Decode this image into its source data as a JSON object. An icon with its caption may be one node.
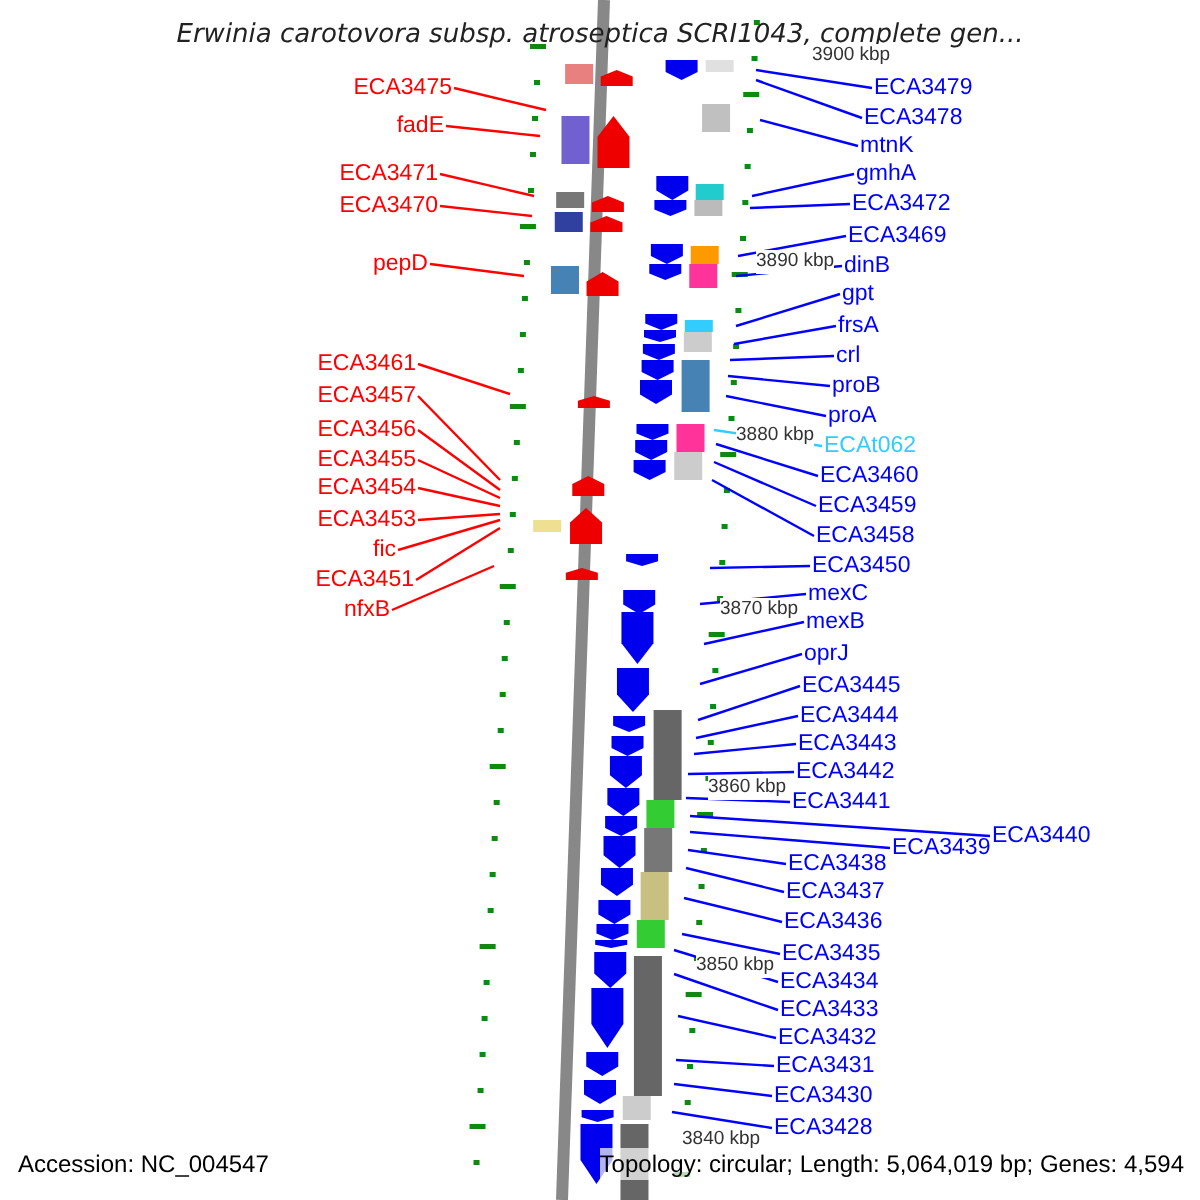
{
  "diagram": {
    "title": "Erwinia carotovora subsp. atroseptica SCRI1043, complete gen...",
    "nodes": [
      {
        "text": [
          "ECA3475"
        ]
      },
      {
        "text": [
          "fadE"
        ]
      },
      {
        "text": [
          "ECA3471"
        ]
      },
      {
        "text": [
          "ECA3470"
        ]
      },
      {
        "text": [
          "pepD"
        ]
      },
      {
        "text": [
          "ECA3461"
        ]
      },
      {
        "text": [
          "ECA3457"
        ]
      },
      {
        "text": [
          "ECA3456"
        ]
      },
      {
        "text": [
          "ECA3455"
        ]
      },
      {
        "text": [
          "ECA3454"
        ]
      },
      {
        "text": [
          "ECA3453"
        ]
      },
      {
        "text": [
          "fic"
        ]
      },
      {
        "text": [
          "ECA3451"
        ]
      },
      {
        "text": [
          "nfxB"
        ]
      },
      {
        "text": [
          "ECA3479"
        ]
      },
      {
        "text": [
          "ECA3478"
        ]
      },
      {
        "text": [
          "mtnK"
        ]
      },
      {
        "text": [
          "gmhA"
        ]
      },
      {
        "text": [
          "ECA3472"
        ]
      },
      {
        "text": [
          "ECA3469"
        ]
      },
      {
        "text": [
          "dinB"
        ]
      },
      {
        "text": [
          "gpt"
        ]
      },
      {
        "text": [
          "frsA"
        ]
      },
      {
        "text": [
          "crl"
        ]
      },
      {
        "text": [
          "proB"
        ]
      },
      {
        "text": [
          "proA"
        ]
      },
      {
        "text": [
          "ECAt062"
        ]
      },
      {
        "text": [
          "ECA3460"
        ]
      },
      {
        "text": [
          "ECA3459"
        ]
      },
      {
        "text": [
          "ECA3458"
        ]
      },
      {
        "text": [
          "ECA3450"
        ]
      },
      {
        "text": [
          "mexC"
        ]
      },
      {
        "text": [
          "mexB"
        ]
      },
      {
        "text": [
          "oprJ"
        ]
      },
      {
        "text": [
          "ECA3445"
        ]
      },
      {
        "text": [
          "ECA3444"
        ]
      },
      {
        "text": [
          "ECA3443"
        ]
      },
      {
        "text": [
          "ECA3442"
        ]
      },
      {
        "text": [
          "ECA3441"
        ]
      },
      {
        "text": [
          "ECA3439"
        ]
      },
      {
        "text": [
          "ECA3440"
        ]
      },
      {
        "text": [
          "ECA3438"
        ]
      },
      {
        "text": [
          "ECA3437"
        ]
      },
      {
        "text": [
          "ECA3436"
        ]
      },
      {
        "text": [
          "ECA3435"
        ]
      },
      {
        "text": [
          "ECA3434"
        ]
      },
      {
        "text": [
          "ECA3433"
        ]
      },
      {
        "text": [
          "ECA3432"
        ]
      },
      {
        "text": [
          "ECA3431"
        ]
      },
      {
        "text": [
          "ECA3430"
        ]
      },
      {
        "text": [
          "ECA3428"
        ]
      }
    ],
    "edges": [
      {
        "from": 0,
        "to": null,
        "arrow": "none",
        "color": "#ff0000"
      },
      {
        "from": 1,
        "to": null,
        "arrow": "none",
        "color": "#ff0000"
      },
      {
        "from": 2,
        "to": null,
        "arrow": "none",
        "color": "#ff0000"
      },
      {
        "from": 3,
        "to": null,
        "arrow": "none",
        "color": "#ff0000"
      },
      {
        "from": 4,
        "to": null,
        "arrow": "none",
        "color": "#ff0000"
      },
      {
        "from": 5,
        "to": null,
        "arrow": "none",
        "color": "#ff0000"
      },
      {
        "from": 6,
        "to": null,
        "arrow": "none",
        "color": "#ff0000"
      },
      {
        "from": 7,
        "to": null,
        "arrow": "none",
        "color": "#ff0000"
      },
      {
        "from": 8,
        "to": null,
        "arrow": "none",
        "color": "#ff0000"
      },
      {
        "from": 9,
        "to": null,
        "arrow": "none",
        "color": "#ff0000"
      },
      {
        "from": 10,
        "to": null,
        "arrow": "none",
        "color": "#ff0000"
      },
      {
        "from": 11,
        "to": null,
        "arrow": "none",
        "color": "#ff0000"
      },
      {
        "from": 12,
        "to": null,
        "arrow": "none",
        "color": "#ff0000"
      },
      {
        "from": 13,
        "to": null,
        "arrow": "none",
        "color": "#ff0000"
      },
      {
        "from": 14,
        "to": null,
        "arrow": "none"
      },
      {
        "from": 15,
        "to": null,
        "arrow": "none"
      },
      {
        "from": 16,
        "to": null,
        "arrow": "none"
      },
      {
        "from": 17,
        "to": null,
        "arrow": "none"
      },
      {
        "from": 18,
        "to": null,
        "arrow": "none"
      },
      {
        "from": 19,
        "to": null,
        "arrow": "none"
      },
      {
        "from": 20,
        "to": null,
        "arrow": "none"
      },
      {
        "from": 21,
        "to": null,
        "arrow": "none"
      },
      {
        "from": 22,
        "to": null,
        "arrow": "none"
      },
      {
        "from": 23,
        "to": null,
        "arrow": "none"
      },
      {
        "from": 24,
        "to": null,
        "arrow": "none"
      },
      {
        "from": 25,
        "to": null,
        "arrow": "none"
      },
      {
        "from": 26,
        "to": null,
        "arrow": "none",
        "color": "#33ccff"
      },
      {
        "from": 27,
        "to": null,
        "arrow": "none"
      },
      {
        "from": 28,
        "to": null,
        "arrow": "none"
      },
      {
        "from": 29,
        "to": null,
        "arrow": "none"
      },
      {
        "from": 30,
        "to": null,
        "arrow": "none"
      },
      {
        "from": 31,
        "to": null,
        "arrow": "none"
      },
      {
        "from": 32,
        "to": null,
        "arrow": "none"
      },
      {
        "from": 33,
        "to": null,
        "arrow": "none"
      },
      {
        "from": 34,
        "to": null,
        "arrow": "none"
      },
      {
        "from": 35,
        "to": null,
        "arrow": "none"
      },
      {
        "from": 36,
        "to": null,
        "arrow": "none"
      },
      {
        "from": 37,
        "to": null,
        "arrow": "none"
      },
      {
        "from": 38,
        "to": null,
        "arrow": "none"
      },
      {
        "from": 39,
        "to": null,
        "arrow": "none"
      },
      {
        "from": 40,
        "to": null,
        "arrow": "none"
      },
      {
        "from": 41,
        "to": null,
        "arrow": "none"
      },
      {
        "from": 42,
        "to": null,
        "arrow": "none"
      },
      {
        "from": 43,
        "to": null,
        "arrow": "none"
      },
      {
        "from": 44,
        "to": null,
        "arrow": "none"
      },
      {
        "from": 45,
        "to": null,
        "arrow": "none"
      },
      {
        "from": 46,
        "to": null,
        "arrow": "none"
      },
      {
        "from": 47,
        "to": null,
        "arrow": "none"
      },
      {
        "from": 48,
        "to": null,
        "arrow": "none"
      },
      {
        "from": 49,
        "to": null,
        "arrow": "none"
      },
      {
        "from": 50,
        "to": null,
        "arrow": "none"
      }
    ],
    "labels": [
      "3900 kbp",
      "3890 kbp",
      "3880 kbp",
      "3870 kbp",
      "3860 kbp",
      "3850 kbp",
      "3840 kbp",
      "Accession: NC_004547",
      "Topology: circular; Length: 5,064,019 bp; Genes: 4,594"
    ]
  }
}
